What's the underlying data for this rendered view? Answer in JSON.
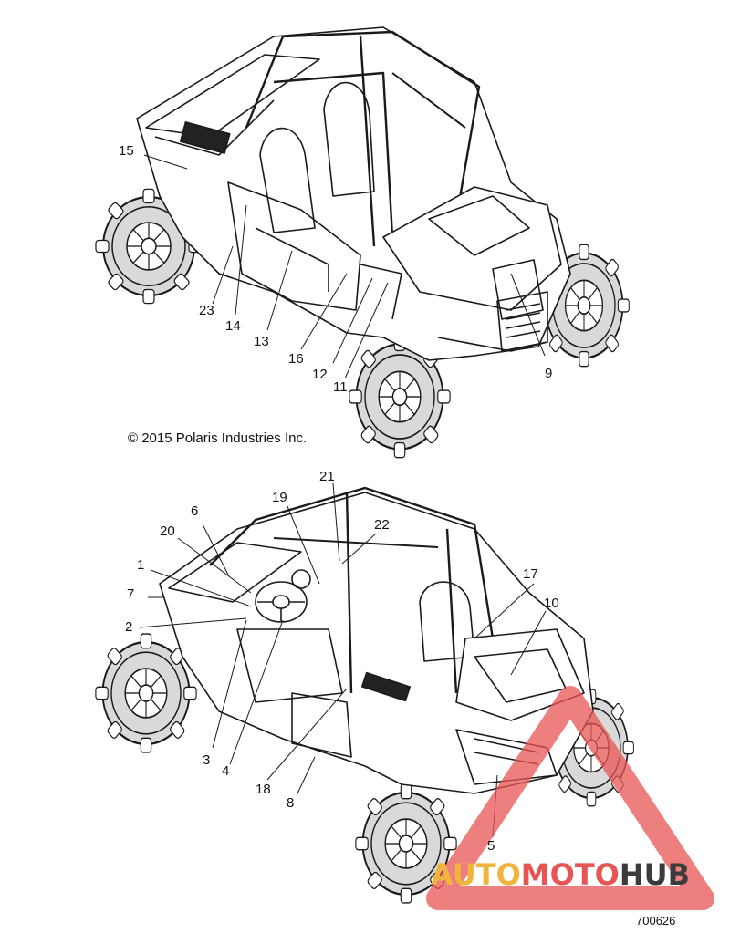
{
  "copyright": "© 2015 Polaris Industries Inc.",
  "part_number": "700626",
  "watermark": {
    "prefix": "AUTO",
    "middle": "MOTO",
    "suffix": "HUB"
  },
  "colors": {
    "line": "#1a1a1a",
    "wheel_fill": "#d9d9d9",
    "watermark_red": "#e85454",
    "watermark_yellow": "#f0b43c",
    "watermark_dark": "#3b3b3b"
  },
  "top_view": {
    "callouts": [
      "15",
      "23",
      "14",
      "13",
      "16",
      "12",
      "11",
      "9"
    ]
  },
  "bottom_view": {
    "callouts": [
      "21",
      "19",
      "22",
      "6",
      "20",
      "1",
      "7",
      "17",
      "10",
      "2",
      "3",
      "4",
      "18",
      "8",
      "5"
    ]
  }
}
